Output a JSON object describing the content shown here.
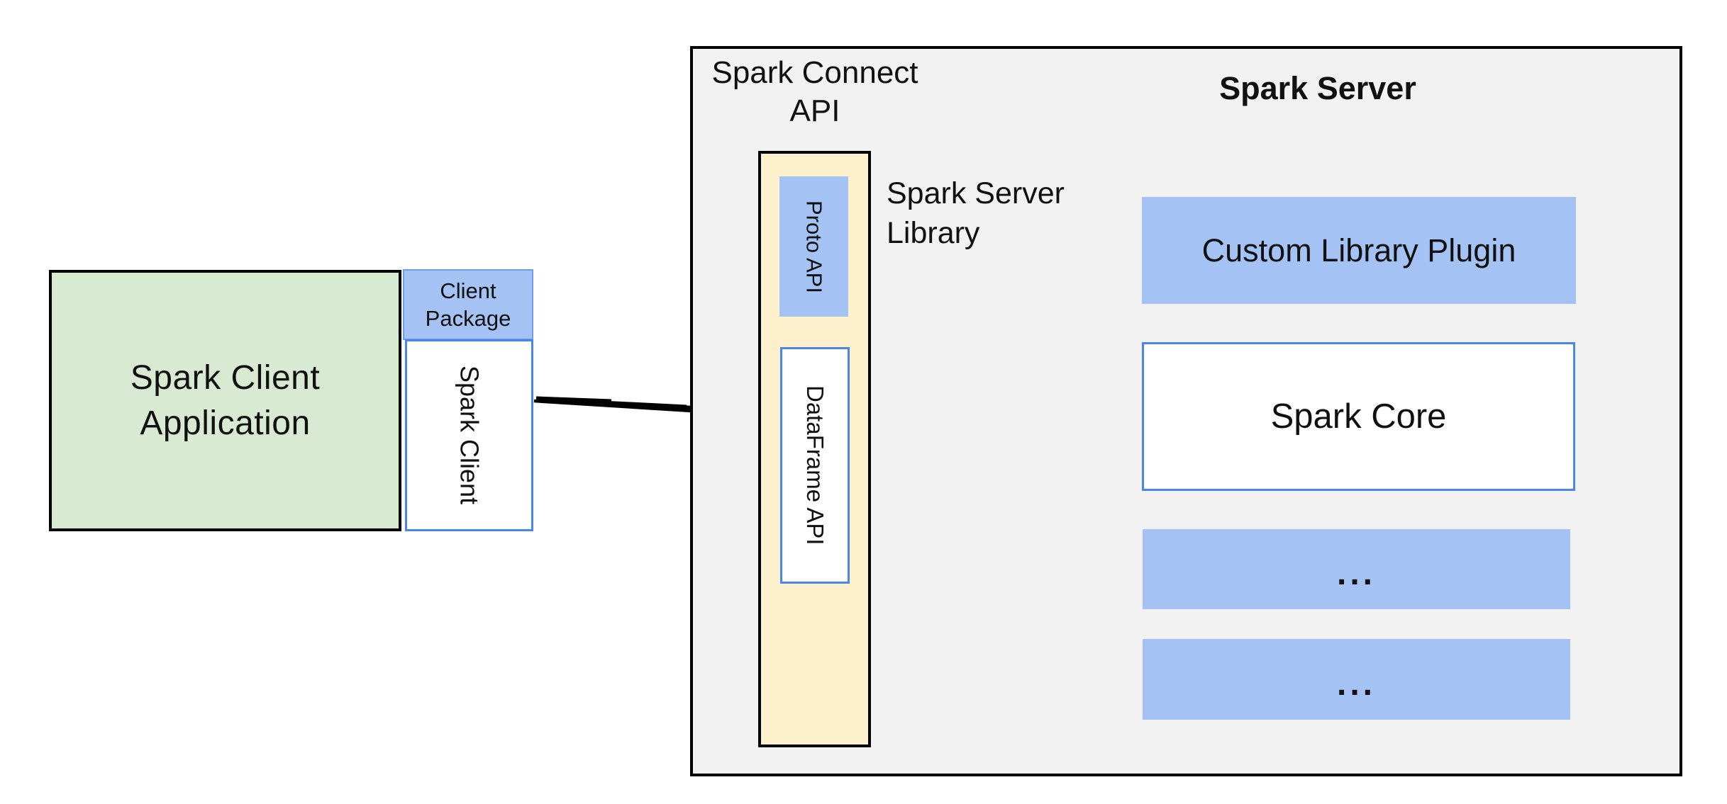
{
  "diagram": {
    "client_application": "Spark Client Application",
    "client_package": "Client Package",
    "spark_client": "Spark Client",
    "spark_connect_api": "Spark Connect API",
    "proto_api": "Proto API",
    "dataframe_api": "DataFrame API",
    "spark_server_library": "Spark Server Library",
    "spark_server": "Spark Server",
    "custom_library_plugin": "Custom Library Plugin",
    "spark_core": "Spark Core",
    "ellipsis_top": "...",
    "ellipsis_bottom": "..."
  },
  "colors": {
    "green_fill": "#d9ead3",
    "blue_fill": "#a4c2f4",
    "yellow_fill": "#fdf0cc",
    "gray_fill": "#f2f2f2",
    "blue_border": "#4a86e8",
    "line": "#000000"
  }
}
